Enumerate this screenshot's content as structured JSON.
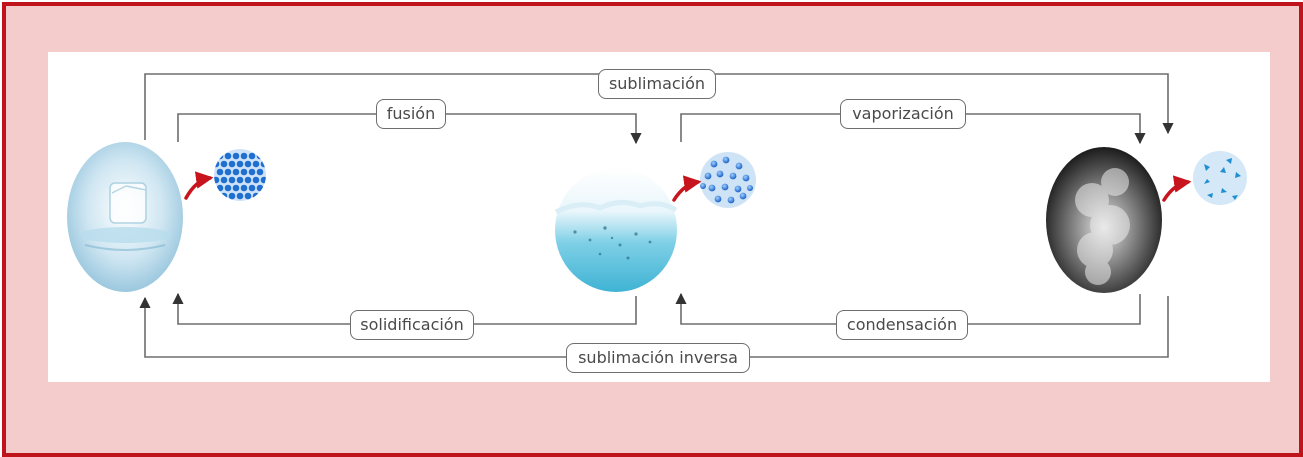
{
  "diagram": {
    "labels": {
      "sublimation": "sublimación",
      "fusion": "fusión",
      "vaporization": "vaporización",
      "solidification": "solidificación",
      "condensation": "condensación",
      "inverse_sublimation": "sublimación inversa"
    },
    "states": [
      {
        "name": "solid",
        "icon": "ice-cube-photo"
      },
      {
        "name": "liquid",
        "icon": "water-surface-photo"
      },
      {
        "name": "gas",
        "icon": "steam-photo"
      }
    ],
    "colors": {
      "frame_border": "#c0141c",
      "frame_fill": "#f4cccc",
      "arrow_line": "#6e6e6e",
      "pointer_arrow": "#c8141c",
      "particle_blue": "#1e6fd0"
    }
  }
}
